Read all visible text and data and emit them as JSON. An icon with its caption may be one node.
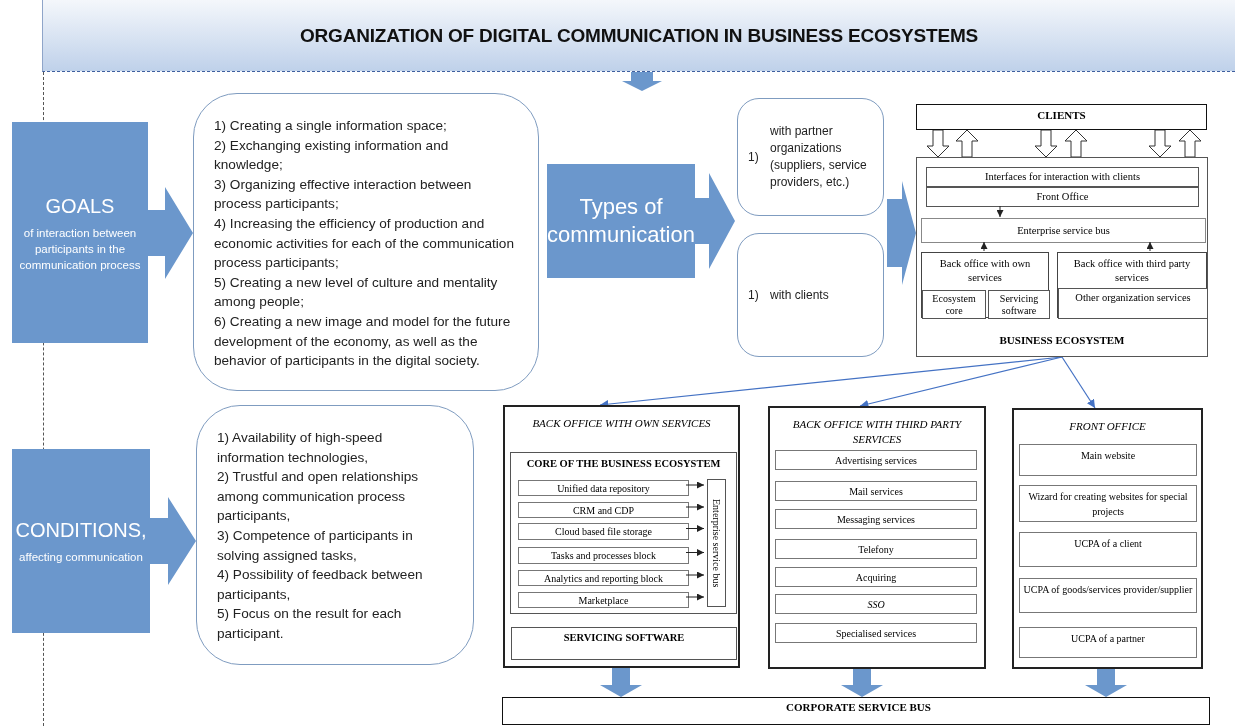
{
  "diagram": {
    "nodes": [
      {
        "text": [
          "ORGANIZATION OF DIGITAL COMMUNICATION IN BUSINESS ECOSYSTEMS"
        ]
      },
      {
        "text": [
          "GOALS",
          "of interaction between participants in the communication process"
        ]
      },
      {
        "text": [
          "1) Creating a single information space;",
          "2) Exchanging existing information and knowledge;",
          "3) Organizing effective interaction between process participants;",
          "4) Increasing the efficiency of production and economic activities for each of the communication process participants;",
          "5) Creating a new level of culture and mentality among people;",
          "6) Creating a new image and model for the future development of the economy, as well as the behavior of participants in the digital society."
        ]
      },
      {
        "text": [
          "CONDITIONS,",
          "affecting communication"
        ]
      },
      {
        "text": [
          "1) Availability of high-speed information technologies,",
          "2) Trustful and open relationships among communication process participants,",
          "3) Competence of participants in solving assigned tasks,",
          "4) Possibility of feedback between participants,",
          "5) Focus on the result for each participant."
        ]
      },
      {
        "text": [
          "Types of communication"
        ]
      },
      {
        "text": [
          "1)",
          "with partner organizations (suppliers, service providers, etc.)"
        ]
      },
      {
        "text": [
          "1)",
          "with clients"
        ]
      },
      {
        "text": [
          "CLIENTS"
        ]
      },
      {
        "text": [
          "BUSINESS ECOSYSTEM"
        ]
      },
      {
        "text": [
          "Interfaces for interaction with clients"
        ],
        "in": 9
      },
      {
        "text": [
          "Front Office"
        ],
        "in": 9
      },
      {
        "text": [
          "Enterprise service bus"
        ],
        "in": 9
      },
      {
        "text": [
          "Back office with own services"
        ],
        "in": 9
      },
      {
        "text": [
          "Ecosystem core"
        ],
        "in": 13
      },
      {
        "text": [
          "Servicing software"
        ],
        "in": 13
      },
      {
        "text": [
          "Back office with third party services"
        ],
        "in": 9
      },
      {
        "text": [
          "Other organization services"
        ],
        "in": 16
      },
      {
        "text": [
          "BACK OFFICE WITH OWN SERVICES"
        ]
      },
      {
        "text": [
          "CORE OF THE BUSINESS ECOSYSTEM"
        ],
        "in": 18
      },
      {
        "text": [
          "Unified data repository"
        ],
        "in": 19
      },
      {
        "text": [
          "CRM and CDP"
        ],
        "in": 19
      },
      {
        "text": [
          "Cloud based file storage"
        ],
        "in": 19
      },
      {
        "text": [
          "Tasks and processes block"
        ],
        "in": 19
      },
      {
        "text": [
          "Analytics and reporting block"
        ],
        "in": 19
      },
      {
        "text": [
          "Marketplace"
        ],
        "in": 19
      },
      {
        "text": [
          "Enterprise service bus"
        ],
        "in": 19
      },
      {
        "text": [
          "SERVICING SOFTWARE"
        ],
        "in": 18
      },
      {
        "text": [
          "BACK OFFICE WITH THIRD PARTY SERVICES"
        ]
      },
      {
        "text": [
          "Advertising services"
        ],
        "in": 28
      },
      {
        "text": [
          "Mail services"
        ],
        "in": 28
      },
      {
        "text": [
          "Messaging services"
        ],
        "in": 28
      },
      {
        "text": [
          "Telefony"
        ],
        "in": 28
      },
      {
        "text": [
          "Acquiring"
        ],
        "in": 28
      },
      {
        "text": [
          "SSO"
        ],
        "in": 28
      },
      {
        "text": [
          "Specialised services"
        ],
        "in": 28
      },
      {
        "text": [
          "FRONT OFFICE"
        ]
      },
      {
        "text": [
          "Main website"
        ],
        "in": 36
      },
      {
        "text": [
          "Wizard for creating websites for special projects"
        ],
        "in": 36
      },
      {
        "text": [
          "UCPA of a client"
        ],
        "in": 36
      },
      {
        "text": [
          "UCPA of goods/services provider/supplier"
        ],
        "in": 36
      },
      {
        "text": [
          "UCPA of a partner"
        ],
        "in": 36
      },
      {
        "text": [
          "CORPORATE SERVICE BUS"
        ]
      }
    ],
    "edges": [
      {
        "from": 0,
        "to": null,
        "arrow": "to",
        "style": "thick",
        "color": "#6b97cc"
      },
      {
        "from": 1,
        "to": 2,
        "arrow": "to",
        "style": "thick",
        "color": "#6b97cc"
      },
      {
        "from": 3,
        "to": 4,
        "arrow": "to",
        "style": "thick",
        "color": "#6b97cc"
      },
      {
        "from": 5,
        "to": null,
        "arrow": "to",
        "style": "thick",
        "color": "#6b97cc"
      },
      {
        "from": null,
        "to": 9,
        "arrow": "to",
        "style": "thick",
        "color": "#6b97cc"
      },
      {
        "from": 8,
        "to": 9,
        "arrow": "to",
        "style": "thick"
      },
      {
        "from": 9,
        "to": 8,
        "arrow": "to",
        "style": "thick"
      },
      {
        "from": 8,
        "to": 9,
        "arrow": "to",
        "style": "thick"
      },
      {
        "from": 9,
        "to": 8,
        "arrow": "to",
        "style": "thick"
      },
      {
        "from": 8,
        "to": 9,
        "arrow": "to",
        "style": "thick"
      },
      {
        "from": 9,
        "to": 8,
        "arrow": "to",
        "style": "thick"
      },
      {
        "from": 11,
        "to": 12,
        "arrow": "to"
      },
      {
        "from": 13,
        "to": 12,
        "arrow": "to"
      },
      {
        "from": 16,
        "to": 12,
        "arrow": "to"
      },
      {
        "from": 9,
        "to": 18,
        "arrow": "to",
        "color": "#4472c4"
      },
      {
        "from": 9,
        "to": 28,
        "arrow": "to",
        "color": "#4472c4"
      },
      {
        "from": 9,
        "to": 36,
        "arrow": "to",
        "color": "#4472c4"
      },
      {
        "from": 20,
        "to": 26,
        "arrow": "to"
      },
      {
        "from": 21,
        "to": 26,
        "arrow": "to"
      },
      {
        "from": 22,
        "to": 26,
        "arrow": "to"
      },
      {
        "from": 23,
        "to": 26,
        "arrow": "to"
      },
      {
        "from": 24,
        "to": 26,
        "arrow": "to"
      },
      {
        "from": 25,
        "to": 26,
        "arrow": "to"
      },
      {
        "from": 18,
        "to": 42,
        "arrow": "to",
        "style": "thick",
        "color": "#6b97cc"
      },
      {
        "from": 28,
        "to": 42,
        "arrow": "to",
        "style": "thick",
        "color": "#6b97cc"
      },
      {
        "from": 36,
        "to": 42,
        "arrow": "to",
        "style": "thick",
        "color": "#6b97cc"
      }
    ]
  }
}
